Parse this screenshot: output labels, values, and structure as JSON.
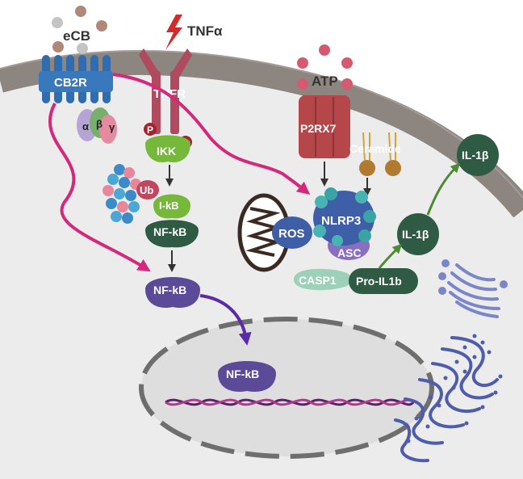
{
  "labels": {
    "ecb": "eCB",
    "tnfa": "TNFα",
    "atp": "ATP",
    "cb2r": "CB2R",
    "alpha": "α",
    "beta": "β",
    "gamma": "γ",
    "tnfr": "TNFR",
    "p": "P",
    "ikk": "IKK",
    "ub": "Ub",
    "ikb": "I-kB",
    "nfkb_complex": "NF-kB",
    "nfkb_free": "NF-kB",
    "nfkb_nucleus": "NF-kB",
    "p2rx7": "P2RX7",
    "ceramide": "Ceramide",
    "ros": "ROS",
    "nlrp3": "NLRP3",
    "asc": "ASC",
    "casp1": "CASP1",
    "pro_il1b": "Pro-IL1b",
    "il1b_inner": "IL-1β",
    "il1b_outer": "IL-1β"
  },
  "colors": {
    "membrane": "#8c8580",
    "cytoplasm": "#ececec",
    "magenta_arrow": "#d6287a",
    "purple_arrow": "#5b2aa8",
    "green_arrow": "#4d8a32",
    "receptor_blue": "#2f6db0",
    "tnfr_red": "#b04a5f",
    "p2rx7_red": "#b5474a",
    "ikk_green": "#76b83a",
    "nfkb_dark_green": "#2f5a44",
    "nfkb_purple": "#5a4a98",
    "nlrp3_blue": "#3f5ea8",
    "asc_purple": "#8a6fc0",
    "casp1_teal": "#9cd0b8",
    "pro_il1b_green": "#2f5a44",
    "golgi": "#7a86c8",
    "dna_purple": "#5a2266"
  },
  "icons": [
    "lightning-icon",
    "mitochondrion-icon",
    "golgi-icon",
    "endoplasmic-reticulum-icon",
    "dna-icon",
    "ubiquitin-chain-icon"
  ]
}
